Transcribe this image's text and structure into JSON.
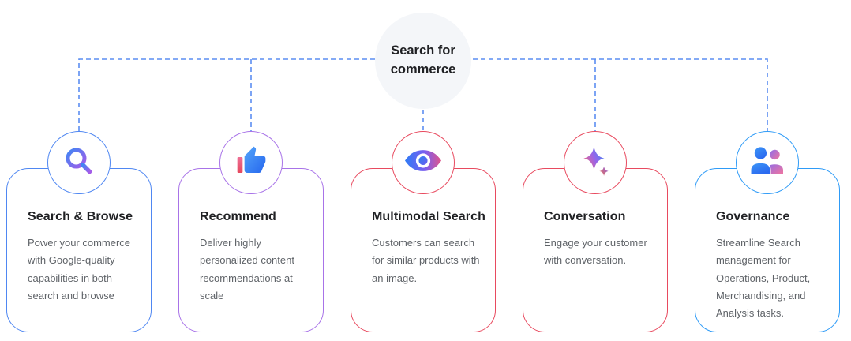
{
  "diagram": {
    "root_label": "Search for commerce",
    "connector_color": "#5b8ef2",
    "root_circle_bg": "#f4f6f9"
  },
  "cards": [
    {
      "title": "Search & Browse",
      "description": "Power your commerce with Google-quality capabilities in both search and browse",
      "accent": "#4f87f2",
      "icon": "search-icon"
    },
    {
      "title": "Recommend",
      "description": "Deliver highly personalized content recommendations at scale",
      "accent": "#a873e8",
      "icon": "thumb-up-icon"
    },
    {
      "title": "Multimodal Search",
      "description": "Customers can search for similar products with an image.",
      "accent": "#e84a5f",
      "icon": "eye-icon"
    },
    {
      "title": "Conversation",
      "description": "Engage your customer with conversation.",
      "accent": "#e84a5f",
      "icon": "sparkle-icon"
    },
    {
      "title": "Governance",
      "description": "Streamline Search management for Operations, Product, Merchandising, and Analysis tasks.",
      "accent": "#2e9bf7",
      "icon": "people-icon"
    }
  ],
  "colors": {
    "title_text": "#202124",
    "body_text": "#5f6368",
    "icon_blue": "#4285f4",
    "icon_purple": "#9d5ce8",
    "icon_pink": "#e8557d",
    "icon_red": "#e6485e",
    "icon_orange": "#e8724d"
  }
}
